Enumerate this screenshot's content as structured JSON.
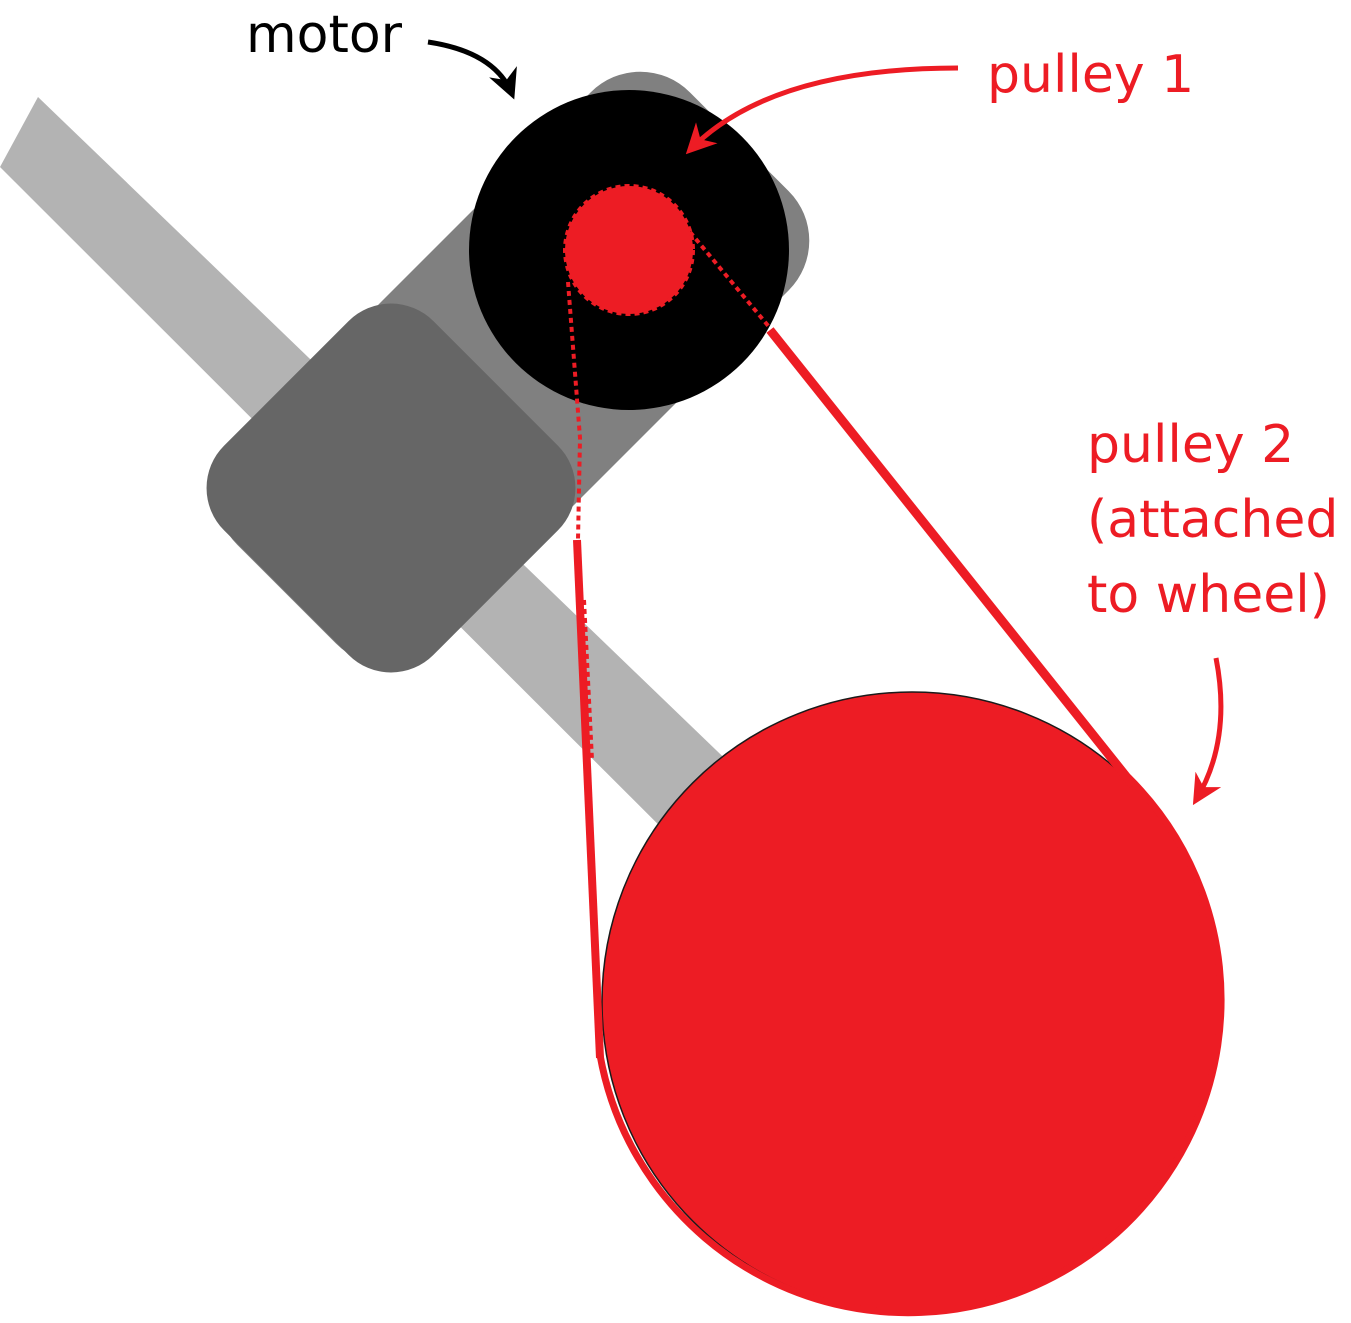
{
  "labels": {
    "motor": "motor",
    "pulley1": "pulley 1",
    "pulley2_line1": "pulley 2",
    "pulley2_line2": "(attached",
    "pulley2_line3": "to wheel)"
  },
  "colors": {
    "background": "#ffffff",
    "axle": "#b3b3b3",
    "motor_body": "#808080",
    "motor_block": "#666666",
    "pulley_disc": "#000000",
    "accent_red": "#ed1c24",
    "motor_label": "#000000"
  }
}
